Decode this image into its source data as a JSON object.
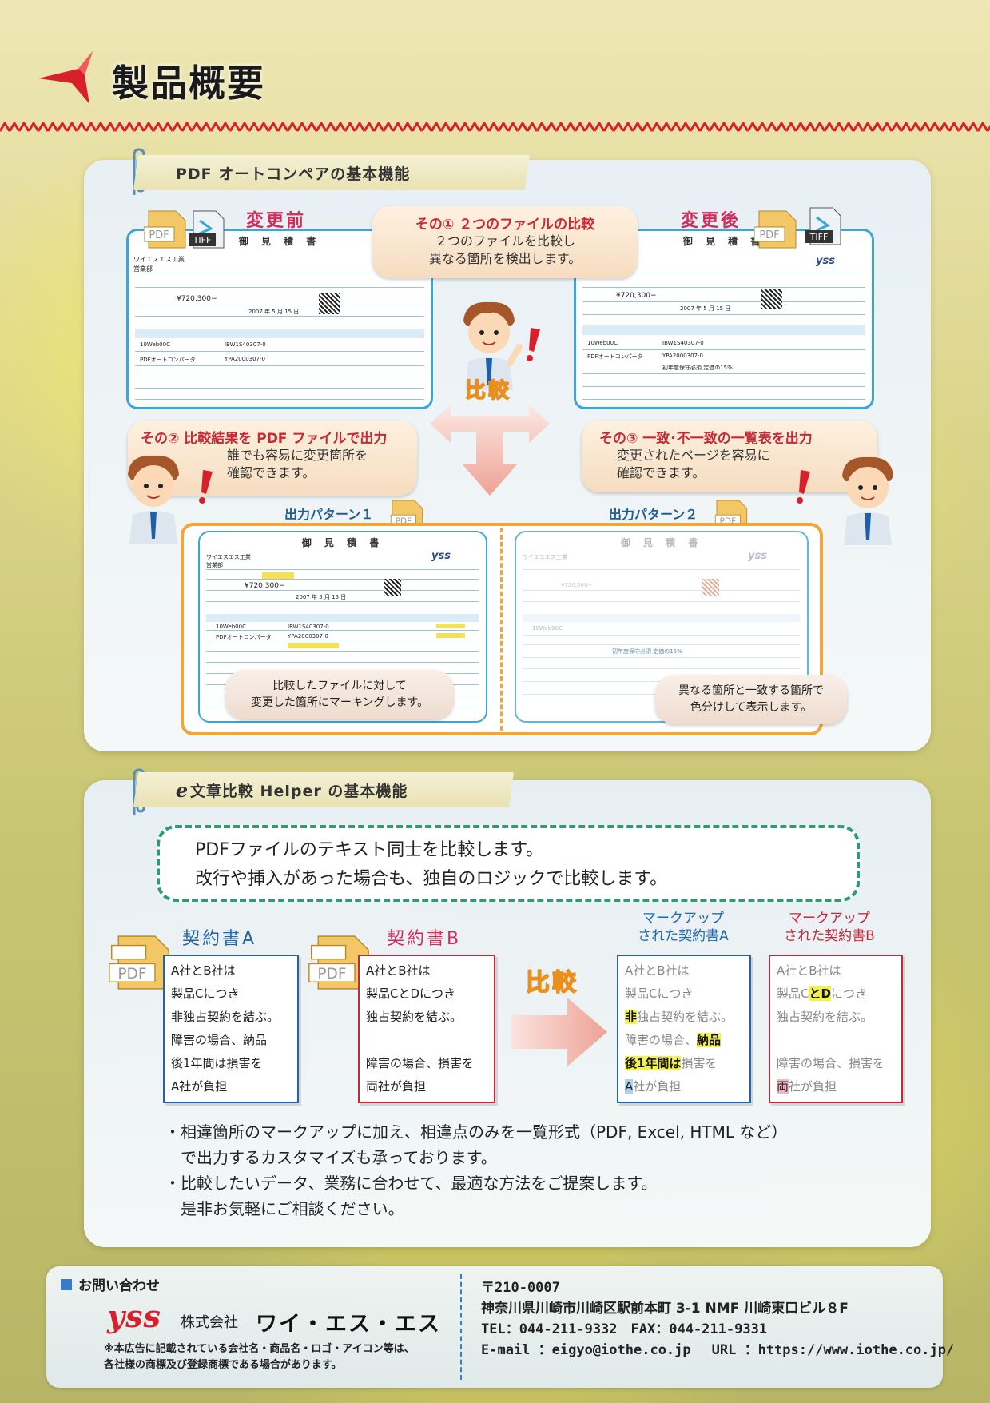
{
  "header": {
    "title": "製品概要"
  },
  "section1": {
    "title": "PDF オートコンペアの基本機能",
    "before_label": "変更前",
    "after_label": "変更後",
    "icon_pdf": "PDF",
    "icon_tiff": "TIFF",
    "doc": {
      "heading": "御 見 積 書",
      "company": "ワイエスエス工業",
      "dept": "営業部",
      "amount": "¥720,300−",
      "date": "2007 年 5 月 15 日",
      "row1": "10Web00C",
      "row1_code": "IBW1S40307-0",
      "row2": "PDFオートコンパータ",
      "row2_code": "YPA2000307-0",
      "yss": "yss",
      "note": "初年度保守必須 定価の15%"
    },
    "step1": {
      "title": "その① ２つのファイルの比較",
      "body1": "２つのファイルを比較し",
      "body2": "異なる箇所を検出します。"
    },
    "step2": {
      "title": "その② 比較結果を PDF ファイルで出力",
      "body1": "誰でも容易に変更箇所を",
      "body2": "確認できます。"
    },
    "step3": {
      "title": "その③ 一致･不一致の一覧表を出力",
      "body1": "変更されたページを容易に",
      "body2": "確認できます。"
    },
    "compare_label": "比較",
    "pattern1": "出力パターン１",
    "pattern2": "出力パターン２",
    "bubble1": {
      "l1": "比較したファイルに対して",
      "l2": "変更した箇所にマーキングします。"
    },
    "bubble2": {
      "l1": "異なる箇所と一致する箇所で",
      "l2": "色分けして表示します。"
    }
  },
  "section2": {
    "title": "文章比較 Helper の基本機能",
    "title_prefix": "e",
    "intro1": "PDFファイルのテキスト同士を比較します。",
    "intro2": "改行や挿入があった場合も、独自のロジックで比較します。",
    "contractA": {
      "label": "契約書A",
      "lines": [
        "A社とB社は",
        "製品Cにつき",
        "非独占契約を結ぶ。",
        "障害の場合、納品",
        "後1年間は損害を",
        "A社が負担"
      ]
    },
    "contractB": {
      "label": "契約書B",
      "lines": [
        "A社とB社は",
        "製品CとDにつき",
        "独占契約を結ぶ。",
        "",
        "障害の場合、損害を",
        "両社が負担"
      ]
    },
    "compare_label": "比較",
    "markupA": {
      "label1": "マークアップ",
      "label2": "された契約書A"
    },
    "markupB": {
      "label1": "マークアップ",
      "label2": "された契約書B"
    },
    "mA": {
      "l1": "A社とB社は",
      "l2": "製品Cにつき",
      "l3a": "非",
      "l3b": "独占契約を結ぶ。",
      "l4a": "障害の場合、",
      "l4b": "納品",
      "l5a": "後1年間は",
      "l5b": "損害を",
      "l6a": "A",
      "l6b": "社が負担"
    },
    "mB": {
      "l1": "A社とB社は",
      "l2a": "製品C",
      "l2b": "とD",
      "l2c": "につき",
      "l3": "独占契約を結ぶ。",
      "l5": "障害の場合、損害を",
      "l6a": "両",
      "l6b": "社が負担"
    },
    "bullet1a": "・相違箇所のマークアップに加え、相違点のみを一覧形式（PDF, Excel, HTML など）",
    "bullet1b": "で出力するカスタマイズも承っております。",
    "bullet2a": "・比較したいデータ、業務に合わせて、最適な方法をご提案します。",
    "bullet2b": "是非お気軽にご相談ください。"
  },
  "footer": {
    "contact_heading": "お問い合わせ",
    "logo": "yss",
    "company_prefix": "株式会社",
    "company_name": "ワイ・エス・エス",
    "disclaimer1": "※本広告に記載されている会社名・商品名・ロゴ・アイコン等は、",
    "disclaimer2": "各社様の商標及び登録商標である場合があります。",
    "postal": "〒210-0007",
    "address": "神奈川県川崎市川崎区駅前本町 3-1 NMF 川崎東口ビル８F",
    "tel_fax": "TEL：044-211-9332　FAX：044-211-9331",
    "email": "E-mail ：eigyo@iothe.co.jp",
    "url": "URL ：https://www.iothe.co.jp/"
  },
  "colors": {
    "accent_red": "#d42a5a",
    "doc_blue": "#3ba6d6",
    "orange": "#f0a63a",
    "teal": "#2f9a79"
  }
}
